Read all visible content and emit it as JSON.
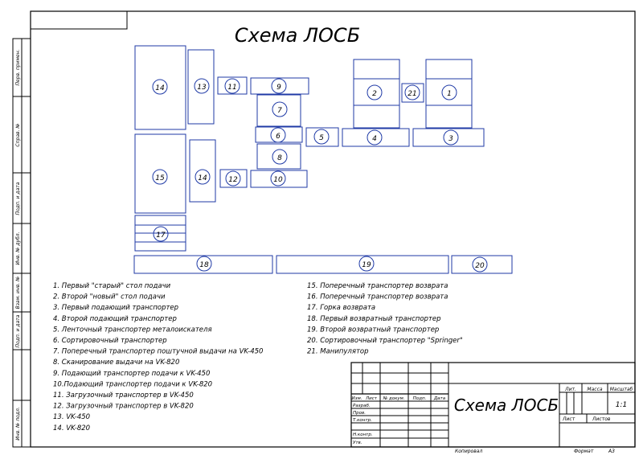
{
  "title": "Схема ЛОСБ",
  "blocks": [
    {
      "id": "b14",
      "label": "14"
    },
    {
      "id": "b13",
      "label": "13"
    },
    {
      "id": "b11",
      "label": "11"
    },
    {
      "id": "b9",
      "label": "9"
    },
    {
      "id": "b7",
      "label": "7"
    },
    {
      "id": "b6",
      "label": "6"
    },
    {
      "id": "b5",
      "label": "5"
    },
    {
      "id": "b8",
      "label": "8"
    },
    {
      "id": "b10",
      "label": "10"
    },
    {
      "id": "b15",
      "label": "15"
    },
    {
      "id": "b14b",
      "label": "14"
    },
    {
      "id": "b12",
      "label": "12"
    },
    {
      "id": "b17",
      "label": "17"
    },
    {
      "id": "b18",
      "label": "18"
    },
    {
      "id": "b19",
      "label": "19"
    },
    {
      "id": "b20",
      "label": "20"
    },
    {
      "id": "b2",
      "label": "2"
    },
    {
      "id": "b21",
      "label": "21"
    },
    {
      "id": "b1",
      "label": "1"
    },
    {
      "id": "b4",
      "label": "4"
    },
    {
      "id": "b3",
      "label": "3"
    }
  ],
  "legend_left": [
    "1. Первый \"старый\" стол подачи",
    "2. Второй \"новый\" стол подачи",
    "3. Первый подающий транспортер",
    "4. Второй подающий транспортер",
    "5. Ленточный транспортер металоискателя",
    "6. Сортировочный транспортер",
    "7. Поперечный транспортер поштучной выдачи на VK-450",
    "8. Сканирование выдачи на VK-820",
    "9. Подающий транспортер подачи к VK-450",
    "10.Подающий транспортер подачи к VK-820",
    "11. Загрузочный транспортер в VK-450",
    "12. Загрузочный транспортер в VK-820",
    "13. VK-450",
    "14. VK-820"
  ],
  "legend_right": [
    "15. Поперечный транспортер возврата",
    "16. Поперечный транспортер возврата",
    "17. Горка возврата",
    "18. Первый возвратный транспортер",
    "19. Второй возвратный транспортер",
    "20. Сортировочный транспортер \"Springer\"",
    "21. Манипулятор"
  ],
  "side_labels": [
    "Перв. примен.",
    "Справ. №",
    "Подп. и дата",
    "Инв. № дубл.",
    "Взам. инв. №",
    "Подп. и дата",
    "Инв. № подл."
  ],
  "stamp": {
    "title": "Схема ЛОСБ",
    "header_cells": [
      "Изм.",
      "Лист",
      "№ докум.",
      "Подп.",
      "Дата"
    ],
    "row_labels": [
      "Разраб.",
      "Пров.",
      "Т.контр.",
      "",
      "Н.контр.",
      "Утв."
    ],
    "col_lit": "Лит.",
    "col_mass": "Масса",
    "col_scale": "Масштаб",
    "scale_value": "1:1",
    "sheet": "Лист",
    "sheets": "Листов",
    "copied": "Копировал",
    "format": "Формат",
    "format_value": "A3"
  }
}
